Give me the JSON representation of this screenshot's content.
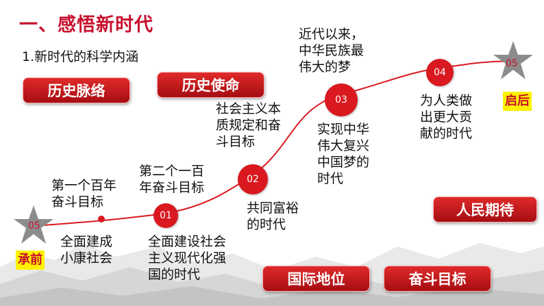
{
  "title": "一、感悟新时代",
  "subtitle": "1.新时代的科学内涵",
  "pills": {
    "history_context": "历史脉络",
    "historical_mission": "历史使命",
    "peoples_expectation": "人民期待",
    "international_status": "国际地位",
    "struggle_goal": "奋斗目标"
  },
  "timeline": {
    "start_star": "05",
    "start_tag": "承前",
    "end_star": "05",
    "end_tag": "启后",
    "nodes": [
      "01",
      "02",
      "03",
      "04"
    ]
  },
  "labels": {
    "first_centennial_goal": [
      "第一个百年",
      "奋斗目标"
    ],
    "moderately_prosperous": [
      "全面建成",
      "小康社会"
    ],
    "second_centennial_goal": [
      "第二个一百",
      "年奋斗目标"
    ],
    "modern_socialist_country": [
      "全面建设社会",
      "主义现代化强",
      "国的时代"
    ],
    "socialism_essence": [
      "社会主义本",
      "质规定和奋",
      "斗目标"
    ],
    "common_prosperity": [
      "共同富裕",
      "的时代"
    ],
    "greatest_dream": [
      "近代以来，",
      "中华民族最",
      "伟大的梦"
    ],
    "chinese_dream": [
      "实现中华",
      "伟大复兴",
      "中国梦的",
      "时代"
    ],
    "contribution_to_mankind": [
      "为人类做",
      "出更大贡",
      "献的时代"
    ]
  },
  "colors": {
    "accent": "#c8102e",
    "tag_bg": "#fff200",
    "star": "#8c8c8c"
  }
}
